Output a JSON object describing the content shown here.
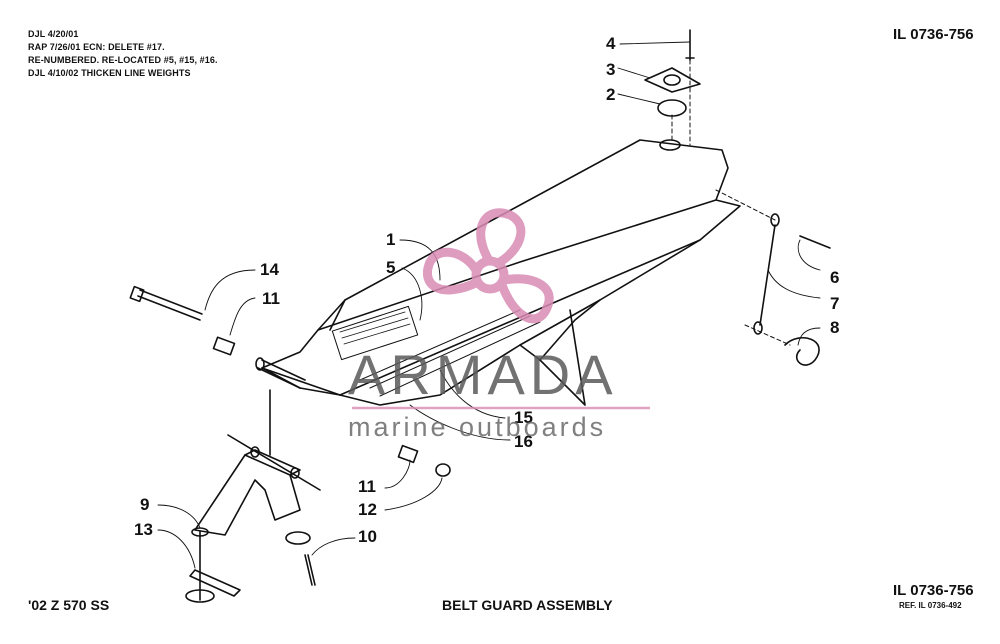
{
  "header": {
    "notes": [
      "DJL 4/20/01",
      "RAP 7/26/01  ECN:  DELETE #17.",
      "RE-NUMBERED. RE-LOCATED #5, #15, #16.",
      "DJL 4/10/02 THICKEN LINE WEIGHTS"
    ],
    "illustration_id": "IL 0736-756"
  },
  "footer": {
    "model": "'02 Z 570 SS",
    "title": "BELT GUARD ASSEMBLY",
    "illustration_id": "IL 0736-756",
    "reference": "REF. IL 0736-492"
  },
  "callouts": {
    "c1": "1",
    "c2": "2",
    "c3": "3",
    "c4": "4",
    "c5": "5",
    "c6": "6",
    "c7": "7",
    "c8": "8",
    "c9": "9",
    "c10": "10",
    "c11a": "11",
    "c11b": "11",
    "c12": "12",
    "c13": "13",
    "c14": "14",
    "c15": "15",
    "c16": "16"
  },
  "watermark": {
    "brand": "ARMADA",
    "tagline": "marine outboards",
    "logo_icon": "propeller-logo-icon",
    "colors": {
      "logo": "#d98bb4",
      "text": "#5a5a5a"
    }
  }
}
